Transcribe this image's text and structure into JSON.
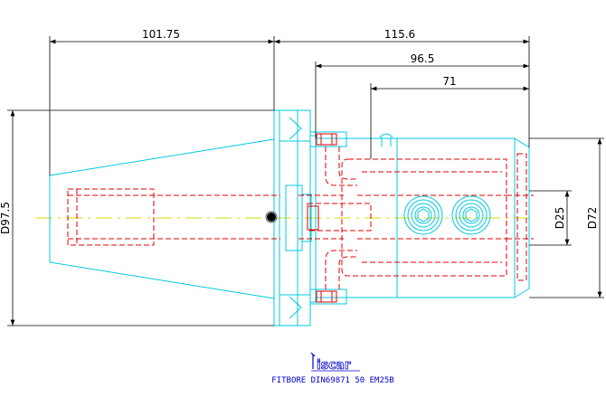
{
  "drawing": {
    "dimensions": {
      "shank_length": "101.75",
      "overall_length": "115.6",
      "body_length": "96.5",
      "bore_depth": "71",
      "flange_diameter": "D97.5",
      "body_diameter": "D72",
      "bore_diameter": "D25"
    },
    "brand": "iscar",
    "caption": "FITBORE DIN69871 50 EM25B",
    "colors": {
      "outline": "#00c8e0",
      "hidden": "#e00000",
      "centerline": "#d8d800",
      "dimension": "#000000",
      "caption": "#0000cc"
    }
  }
}
